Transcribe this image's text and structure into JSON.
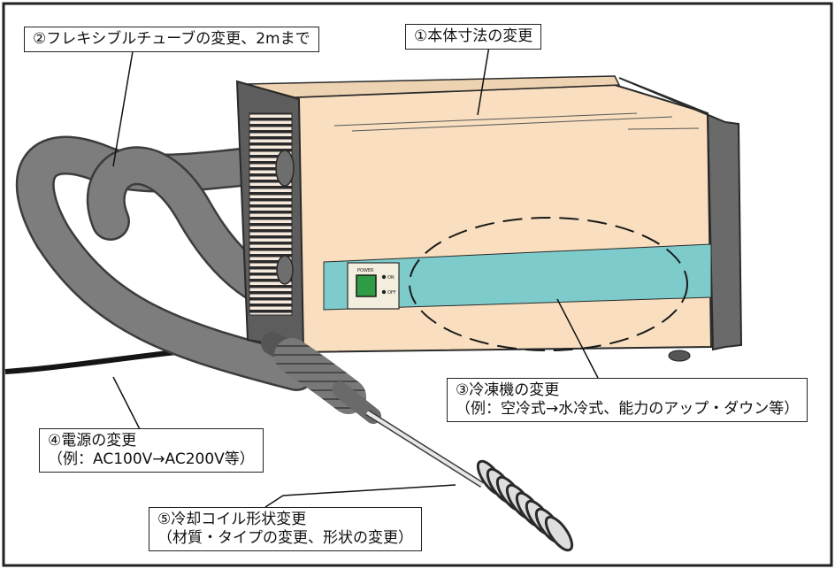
{
  "callouts": {
    "body_dimensions": {
      "line1": "①本体寸法の変更"
    },
    "flexible_tube": {
      "line1": "②フレキシブルチューブの変更、2mまで"
    },
    "refrigerator": {
      "line1": "③冷凍機の変更",
      "line2": "（例：空冷式→水冷式、能力のアップ・ダウン等）"
    },
    "power_supply": {
      "line1": "④電源の変更",
      "line2": "（例：AC100V→AC200V等）"
    },
    "cooling_coil": {
      "line1": "⑤冷却コイル形状変更",
      "line2": "（材質・タイプの変更、形状の変更）"
    }
  },
  "panel": {
    "power_label": "POWER",
    "on_label": "ON",
    "off_label": "OFF"
  },
  "colors": {
    "body": "#f9dfbf",
    "band": "#7ecbcb",
    "frame": "#5d5d5d",
    "tube": "#7d7d7d",
    "switch": "#2f9b45"
  }
}
